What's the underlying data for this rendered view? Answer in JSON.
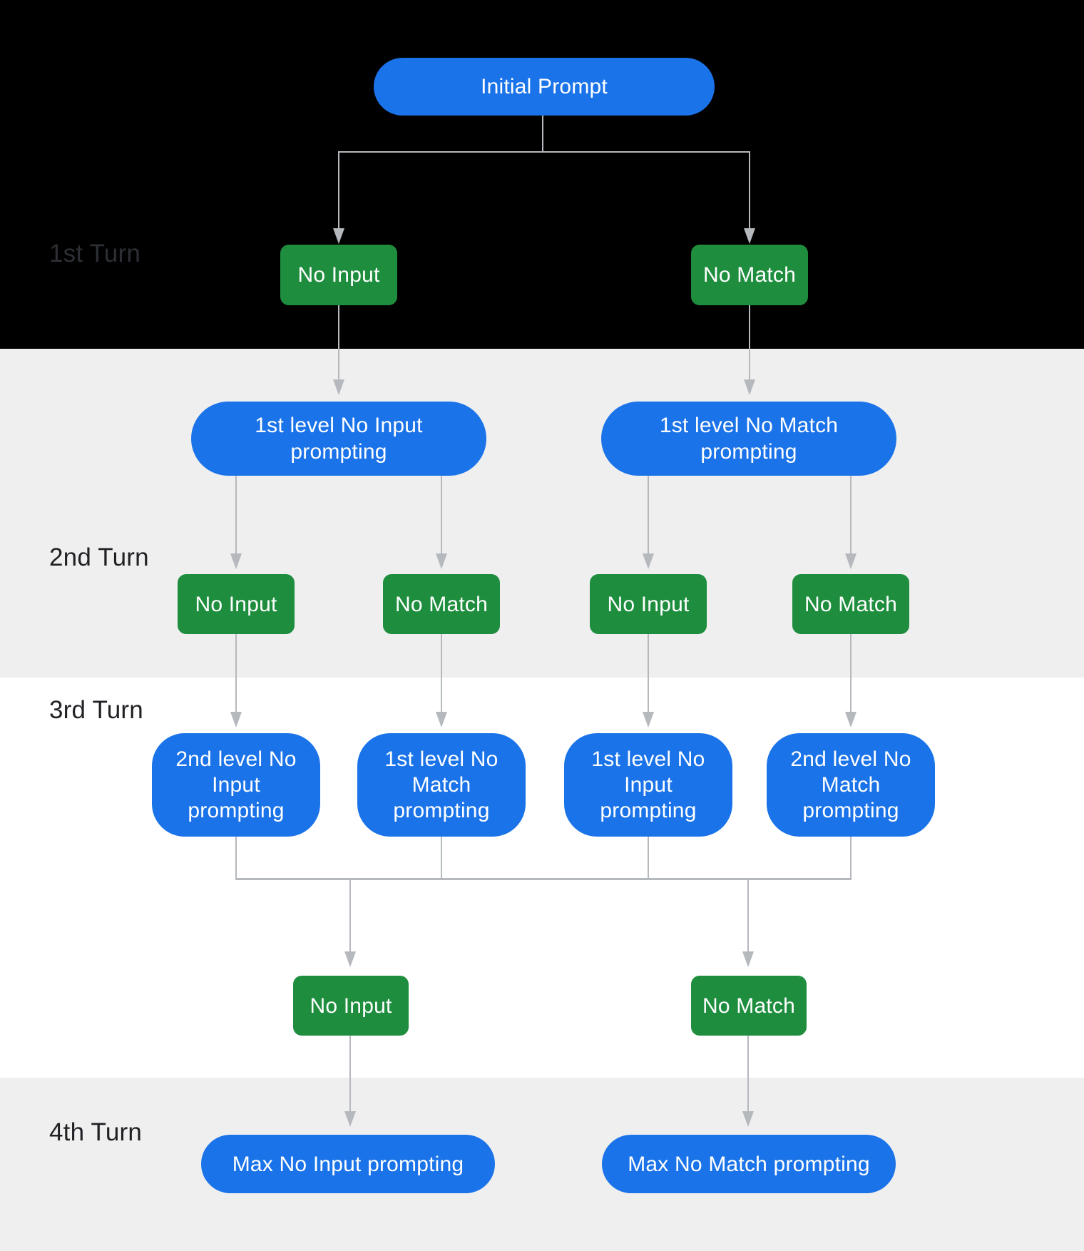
{
  "root": {
    "label": "Initial Prompt"
  },
  "turn1": {
    "label": "1st Turn",
    "no_input": "No Input",
    "no_match": "No Match"
  },
  "turn2": {
    "label": "2nd Turn",
    "no_input_prompt": "1st level No Input\nprompting",
    "no_match_prompt": "1st level No Match\nprompting",
    "outcomes": [
      "No Input",
      "No Match",
      "No Input",
      "No Match"
    ]
  },
  "turn3": {
    "label": "3rd Turn",
    "prompts": [
      "2nd level No\nInput\nprompting",
      "1st level No\nMatch\nprompting",
      "1st level No\nInput\nprompting",
      "2nd level No\nMatch\nprompting"
    ],
    "no_input": "No Input",
    "no_match": "No Match"
  },
  "turn4": {
    "label": "4th Turn",
    "max_no_input": "Max No Input prompting",
    "max_no_match": "Max No Match prompting"
  },
  "colors": {
    "node_blue": "#1a73e8",
    "node_green": "#1e8e3e",
    "connector_gray": "#b5b8bc",
    "band_black": "#000000",
    "band_gray": "#efefef",
    "band_white": "#ffffff",
    "label_dark": "#202124",
    "label_on_black": "#2c2f34",
    "node_text": "#ffffff"
  }
}
